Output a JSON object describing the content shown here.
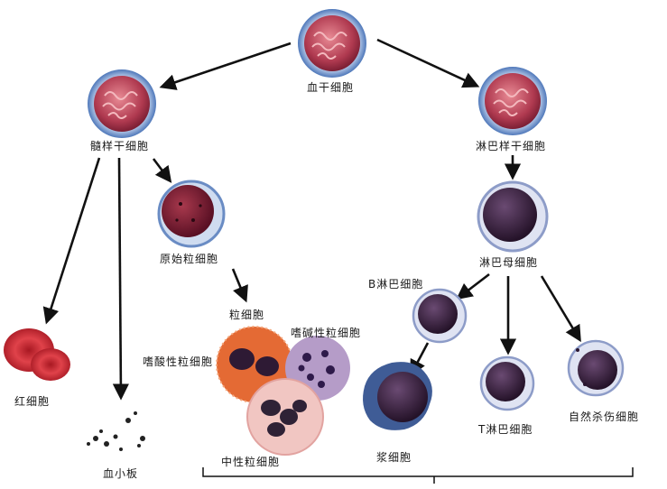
{
  "nodes": {
    "hsc": "血干细胞",
    "myeloid_stem": "髓样干细胞",
    "lymphoid_stem": "淋巴样干细胞",
    "myeloblast": "原始粒细胞",
    "lymphoblast": "淋巴母细胞",
    "granulocyte": "粒细胞",
    "b_lymphocyte": "B淋巴细胞",
    "eosinophil": "嗜酸性粒细胞",
    "basophil": "嗜碱性粒细胞",
    "neutrophil": "中性粒细胞",
    "red_cell": "红细胞",
    "platelet": "血小板",
    "plasma_cell": "浆细胞",
    "t_lymphocyte": "T淋巴细胞",
    "nk_cell": "自然杀伤细胞"
  },
  "colors": {
    "stem_fill": "#b8475a",
    "stem_ring": "#5f86c4",
    "blast_fill": "#7a1f35",
    "lymph_fill": "#3c2440",
    "rbc": "#d8323a",
    "eosinophil": "#e4642e",
    "neutrophil": "#f0c4c0",
    "basophil": "#a48ab8"
  }
}
